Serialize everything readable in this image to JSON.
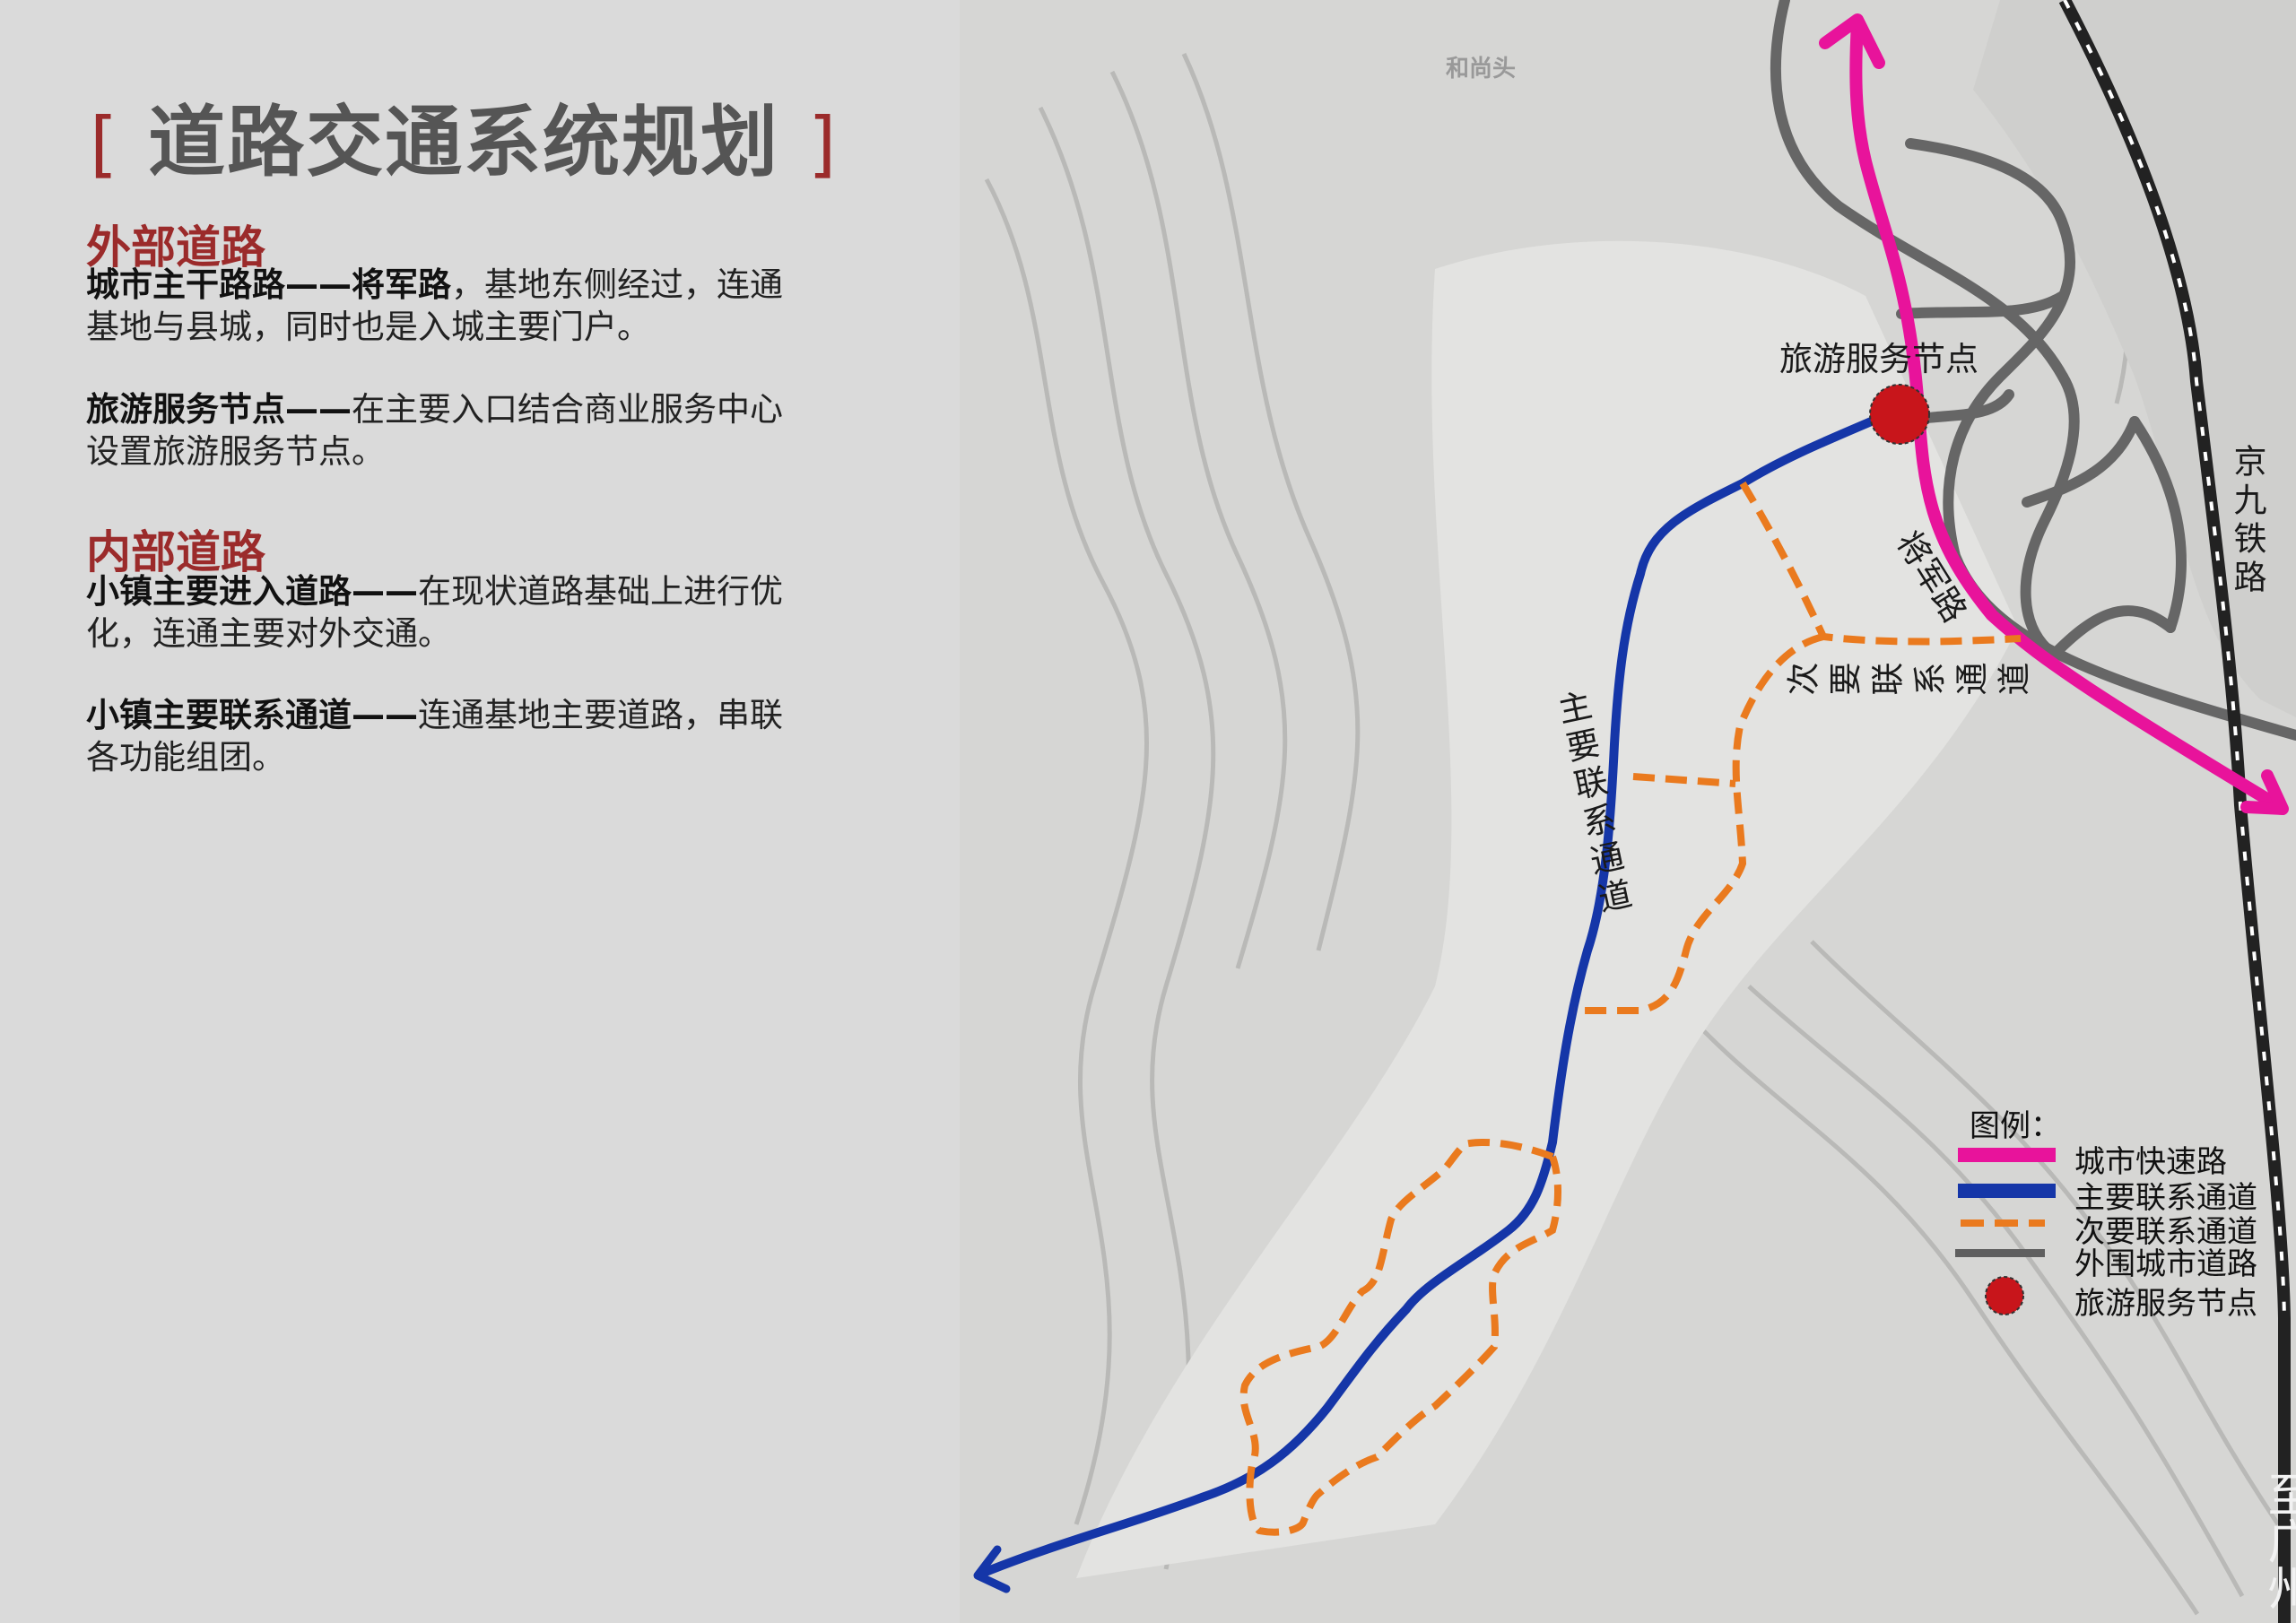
{
  "title": {
    "bracket_open": "[",
    "text": "道路交通系统规划",
    "bracket_close": "]"
  },
  "sections": [
    {
      "heading": "外部道路",
      "paragraphs": [
        {
          "bold": "城市主干路路——将军路",
          "text_line1": "，基地东侧经过，连通",
          "text_line2": "基地与县城，同时也是入城主要门户。"
        },
        {
          "bold": "旅游服务节点——",
          "text_line1": "在主要入口结合商业服务中心",
          "text_line2": "设置旅游服务节点。"
        }
      ]
    },
    {
      "heading": "内部道路",
      "paragraphs": [
        {
          "bold": "小镇主要进入道路——",
          "text_line1": "在现状道路基础上进行优",
          "text_line2": "化，连通主要对外交通。"
        },
        {
          "bold": "小镇主要联系通道——",
          "text_line1": "连通基地主要道路，串联",
          "text_line2": "各功能组团。"
        }
      ]
    }
  ],
  "map": {
    "labels": {
      "place": "和尚头",
      "node": "旅游服务节点",
      "jiangjun_road": "将军路",
      "railway": "京九铁路",
      "secondary_channel": "次要联系通道",
      "main_channel": "主要联系通道",
      "to_guangzhou": "至广州"
    },
    "legend": {
      "title": "图例：",
      "items": [
        {
          "label": "城市快速路",
          "color": "#e8139b",
          "style": "solid"
        },
        {
          "label": "主要联系通道",
          "color": "#1536a8",
          "style": "solid"
        },
        {
          "label": "次要联系通道",
          "color": "#ea7a1e",
          "style": "dashed"
        },
        {
          "label": "外围城市道路",
          "color": "#5f5f5f",
          "style": "solid"
        },
        {
          "label": "旅游服务节点",
          "color": "#c8151b",
          "style": "circle"
        }
      ]
    }
  }
}
